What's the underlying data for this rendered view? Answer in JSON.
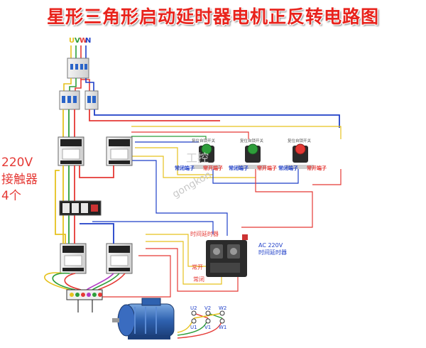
{
  "title": "星形三角形启动延时器电机正反转电路图",
  "supply": {
    "phases": [
      "U",
      "V",
      "W",
      "N"
    ]
  },
  "contactor_note": {
    "voltage": "220V",
    "name": "接触器",
    "count": "4个"
  },
  "push_buttons": [
    {
      "top_label": "复位自锁开关",
      "nc_label": "常闭端子",
      "no_label": "常开端子"
    },
    {
      "top_label": "复位自锁开关",
      "nc_label": "常闭端子",
      "no_label": "常开端子"
    },
    {
      "top_label": "复位自锁开关",
      "nc_label": "常闭端子",
      "no_label": "常开端子"
    }
  ],
  "timer": {
    "label": "时间延时器",
    "supply_label": "AC 220V",
    "name_label": "时间延时器",
    "no_label": "常开",
    "nc_label": "常闭"
  },
  "motor_terminals": {
    "top": [
      "U2",
      "V2",
      "W2"
    ],
    "bottom": [
      "U1",
      "V1",
      "W1"
    ]
  },
  "watermark": {
    "line1": "工控",
    "line2": "gongkon"
  },
  "colors": {
    "title": "#e8231c",
    "red": "#e53935",
    "green": "#2e9e3a",
    "yellow": "#e6c21e",
    "blue": "#1f3fc8",
    "purple": "#b23ac4",
    "motor": "#2a5da8"
  }
}
